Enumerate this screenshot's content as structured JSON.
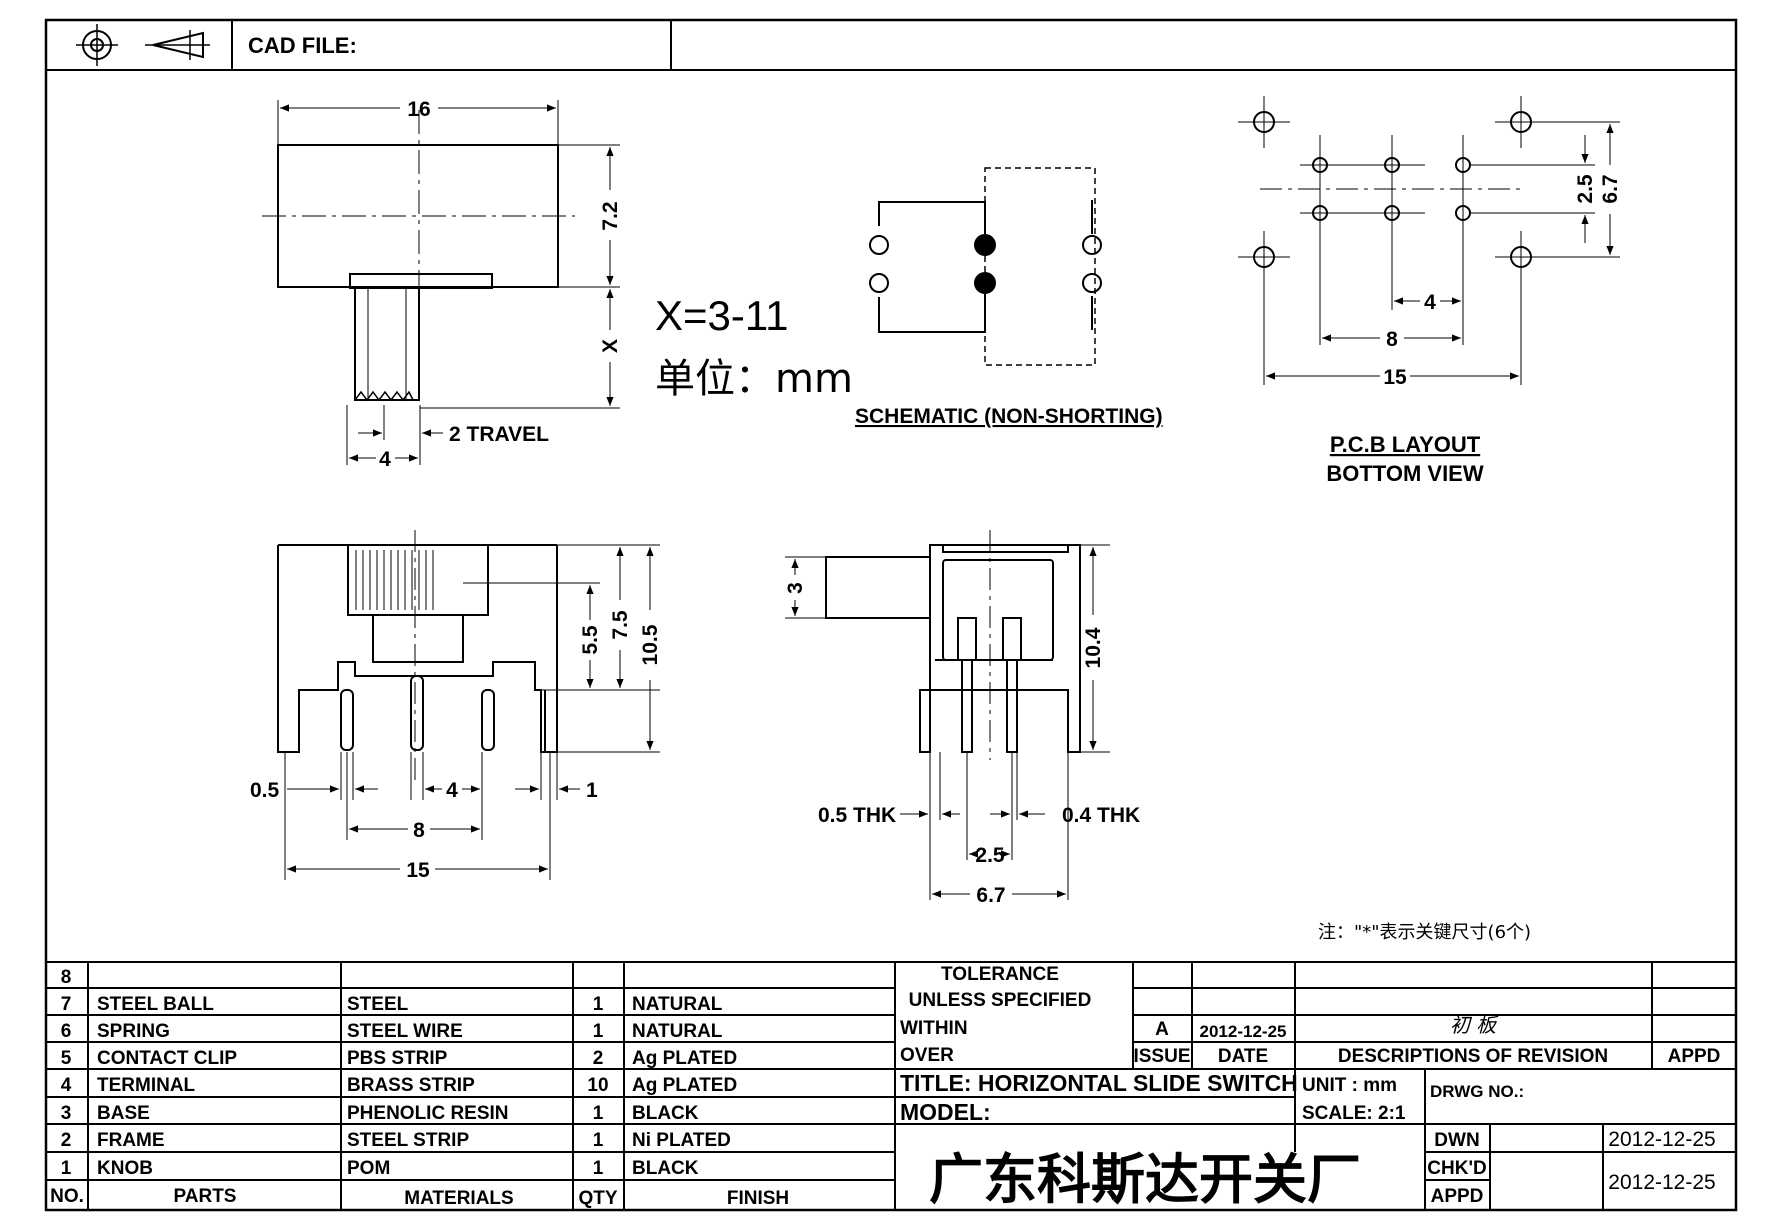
{
  "header": {
    "cad_file_label": "CAD FILE:"
  },
  "top_view": {
    "width": "16",
    "height": "7.2",
    "handle_length": "X",
    "handle_width": "4",
    "travel": "2 TRAVEL"
  },
  "notes": {
    "x_range": "X=3-11",
    "unit": "单位：mm",
    "key_dims": "注：\"*\"表示关键尺寸(6个)"
  },
  "schematic": {
    "title": "SCHEMATIC (NON-SHORTING)"
  },
  "pcb_layout": {
    "title": "P.C.B LAYOUT",
    "subtitle": "BOTTOM VIEW",
    "row_pitch": "2.5",
    "mount_pitch_y": "6.7",
    "pin_pitch": "4",
    "pin_span": "8",
    "mount_span": "15"
  },
  "front_view": {
    "h1": "5.5",
    "h2": "7.5",
    "h3": "10.5",
    "pin_thk": "0.5",
    "pin_pitch": "4",
    "tab": "1",
    "pin_span": "8",
    "overall": "15"
  },
  "side_view": {
    "knob": "3",
    "height": "10.4",
    "thk_left": "0.5 THK",
    "thk_right": "0.4 THK",
    "pitch": "2.5",
    "width": "6.7"
  },
  "bom": {
    "headers": {
      "no": "NO.",
      "parts": "PARTS",
      "materials": "MATERIALS",
      "qty": "QTY",
      "finish": "FINISH"
    },
    "rows": [
      {
        "no": "8",
        "part": "",
        "material": "",
        "qty": "",
        "finish": ""
      },
      {
        "no": "7",
        "part": "STEEL BALL",
        "material": "STEEL",
        "qty": "1",
        "finish": "NATURAL"
      },
      {
        "no": "6",
        "part": "SPRING",
        "material": "STEEL WIRE",
        "qty": "1",
        "finish": "NATURAL"
      },
      {
        "no": "5",
        "part": "CONTACT CLIP",
        "material": "PBS STRIP",
        "qty": "2",
        "finish": "Ag PLATED"
      },
      {
        "no": "4",
        "part": "TERMINAL",
        "material": "BRASS STRIP",
        "qty": "10",
        "finish": "Ag PLATED"
      },
      {
        "no": "3",
        "part": "BASE",
        "material": "PHENOLIC RESIN",
        "qty": "1",
        "finish": "BLACK"
      },
      {
        "no": "2",
        "part": "FRAME",
        "material": "STEEL STRIP",
        "qty": "1",
        "finish": "Ni PLATED"
      },
      {
        "no": "1",
        "part": "KNOB",
        "material": "POM",
        "qty": "1",
        "finish": "BLACK"
      }
    ]
  },
  "title_block": {
    "tolerance": "TOLERANCE",
    "unless": "UNLESS  SPECIFIED",
    "within": "WITHIN",
    "over": "OVER",
    "rev_letter": "A",
    "rev_date": "2012-12-25",
    "rev_desc": "初 板",
    "issue": "ISSUE",
    "date": "DATE",
    "desc_header": "DESCRIPTIONS OF REVISION",
    "appd_header": "APPD",
    "title": "TITLE: HORIZONTAL SLIDE SWITCH",
    "unit": "UNIT : mm",
    "drwg_no": "DRWG NO.:",
    "model": "MODEL:",
    "scale": "SCALE: 2:1",
    "dwn": "DWN",
    "dwn_date": "2012-12-25",
    "chkd": "CHK'D",
    "appd": "APPD",
    "appd_date": "2012-12-25",
    "company": "广东科斯达开关厂"
  }
}
